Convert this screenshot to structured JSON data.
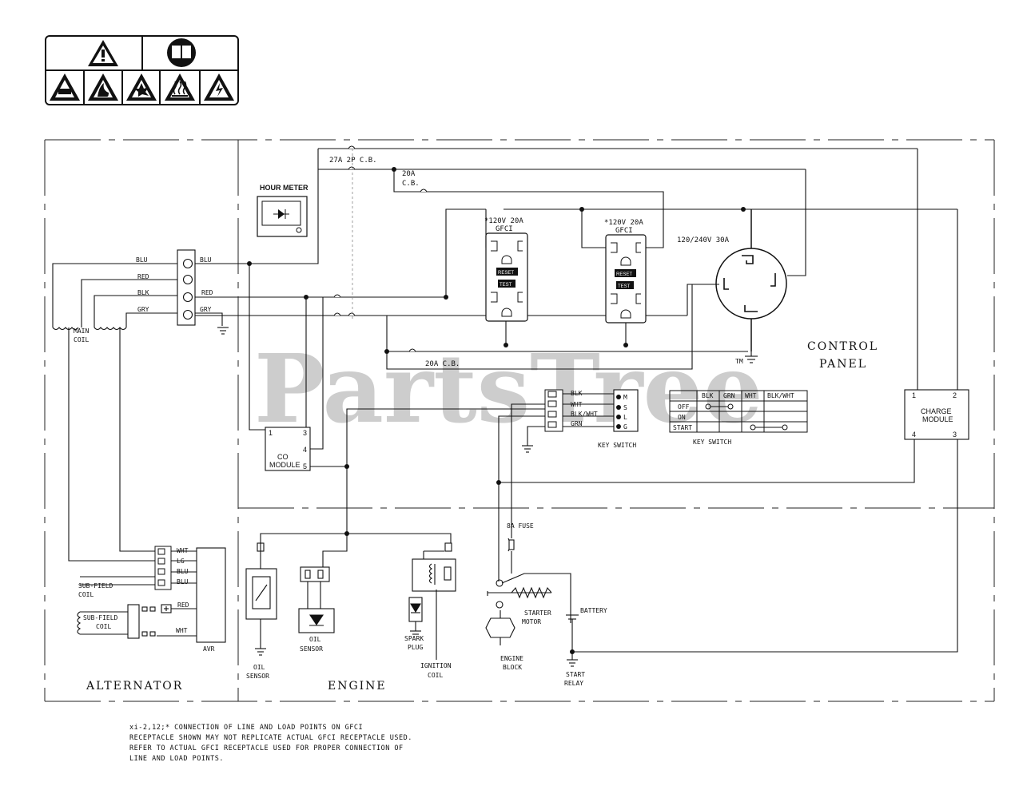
{
  "watermark": {
    "text": "PartsTree",
    "tm": "TM"
  },
  "sections": {
    "alternator": "ALTERNATOR",
    "engine": "ENGINE",
    "control_panel_1": "CONTROL",
    "control_panel_2": "PANEL"
  },
  "breakers": {
    "main": "27A 2P C.B.",
    "cb20_top_1": "20A",
    "cb20_top_2": "C.B.",
    "cb20_bottom": "20A C.B."
  },
  "hour_meter": "HOUR METER",
  "gfci": {
    "left_rating": "*120V 20A",
    "left_type": "GFCI",
    "right_rating": "*120V 20A",
    "right_type": "GFCI",
    "reset": "RESET",
    "test": "TEST"
  },
  "twistlock": "120/240V 30A",
  "main_coil": {
    "l1": "MAIN",
    "l2": "COIL"
  },
  "terminal_wires": {
    "blu_left": "BLU",
    "blu_right": "BLU",
    "red_left": "RED",
    "blk_left": "BLK",
    "red_right": "RED",
    "gry_left": "GRY",
    "gry_right": "GRY"
  },
  "co_module": {
    "label1": "CO",
    "label2": "MODULE",
    "pin1": "1",
    "pin3": "3",
    "pin4": "4",
    "pin5": "5"
  },
  "key_switch": {
    "label": "KEY SWITCH",
    "wires": [
      "BLK",
      "WHT",
      "BLK/WHT",
      "GRN"
    ],
    "terminals": [
      "M",
      "S",
      "L",
      "G"
    ]
  },
  "key_switch_table": {
    "headers": [
      "BLK",
      "GRN",
      "WHT",
      "BLK/WHT"
    ],
    "rows": [
      "OFF",
      "ON",
      "START"
    ],
    "caption": "KEY SWITCH"
  },
  "charge_module": {
    "label1": "CHARGE",
    "label2": "MODULE",
    "pin1": "1",
    "pin2": "2",
    "pin3": "3",
    "pin4": "4"
  },
  "avr": {
    "label": "AVR",
    "wires": [
      "WHT",
      "LG",
      "BLU",
      "BLU"
    ],
    "red": "RED",
    "wht": "WHT"
  },
  "sub_field": {
    "upper_1": "SUB-FIELD",
    "upper_2": "COIL",
    "lower_1": "SUB-FIELD",
    "lower_2": "COIL"
  },
  "engine_parts": {
    "oil_sensor_1_l1": "OIL",
    "oil_sensor_1_l2": "SENSOR",
    "oil_sensor_2_l1": "OIL",
    "oil_sensor_2_l2": "SENSOR",
    "spark_l1": "SPARK",
    "spark_l2": "PLUG",
    "ignition_l1": "IGNITION",
    "ignition_l2": "COIL"
  },
  "starter": {
    "fuse": "8A FUSE",
    "motor_l1": "STARTER",
    "motor_l2": "MOTOR",
    "battery": "BATTERY",
    "block_l1": "ENGINE",
    "block_l2": "BLOCK",
    "relay_l1": "START",
    "relay_l2": "RELAY"
  },
  "notes": [
    "xi-2,12;* CONNECTION OF LINE AND LOAD POINTS  ON GFCI",
    "RECEPTACLE SHOWN MAY NOT REPLICATE ACTUAL GFCI RECEPTACLE USED.",
    "REFER TO ACTUAL GFCI RECEPTACLE USED FOR PROPER CONNECTION OF",
    "LINE AND LOAD POINTS."
  ]
}
